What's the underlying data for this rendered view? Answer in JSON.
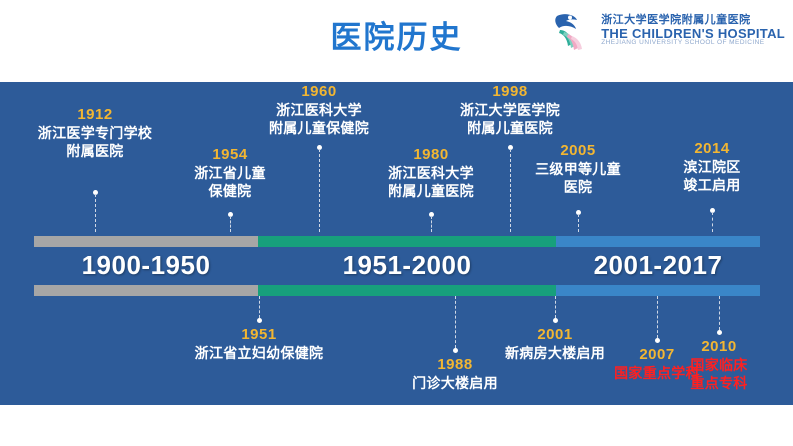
{
  "header": {
    "title": "医院历史",
    "title_color": "#2176ce"
  },
  "logo": {
    "name_cn": "浙江大学医学院附属儿童医院",
    "name_en": "THE CHILDREN'S HOSPITAL",
    "subtitle_en": "ZHEJIANG UNIVERSITY SCHOOL OF MEDICINE",
    "mark_icon": "bird-logo-icon"
  },
  "timeline": {
    "background_color": "#2d5b99",
    "eras": [
      {
        "label": "1900-1950",
        "color": "#a6a6a6"
      },
      {
        "label": "1951-2000",
        "color": "#17a07c"
      },
      {
        "label": "2001-2017",
        "color": "#3a86c8"
      }
    ],
    "events_above": [
      {
        "year": "1912",
        "desc": "浙江医学专门学校\n附属医院"
      },
      {
        "year": "1954",
        "desc": "浙江省儿童\n保健院"
      },
      {
        "year": "1960",
        "desc": "浙江医科大学\n附属儿童保健院"
      },
      {
        "year": "1980",
        "desc": "浙江医科大学\n附属儿童医院"
      },
      {
        "year": "1998",
        "desc": "浙江大学医学院\n附属儿童医院"
      },
      {
        "year": "2005",
        "desc": "三级甲等儿童\n医院"
      },
      {
        "year": "2014",
        "desc": "滨江院区\n竣工启用"
      }
    ],
    "events_below": [
      {
        "year": "1951",
        "desc": "浙江省立妇幼保健院",
        "highlight": false
      },
      {
        "year": "1988",
        "desc": "门诊大楼启用",
        "highlight": false
      },
      {
        "year": "2001",
        "desc": "新病房大楼启用",
        "highlight": false
      },
      {
        "year": "2007",
        "desc": "国家重点学科",
        "highlight": true
      },
      {
        "year": "2010",
        "desc": "国家临床\n重点专科",
        "highlight": true
      }
    ]
  }
}
